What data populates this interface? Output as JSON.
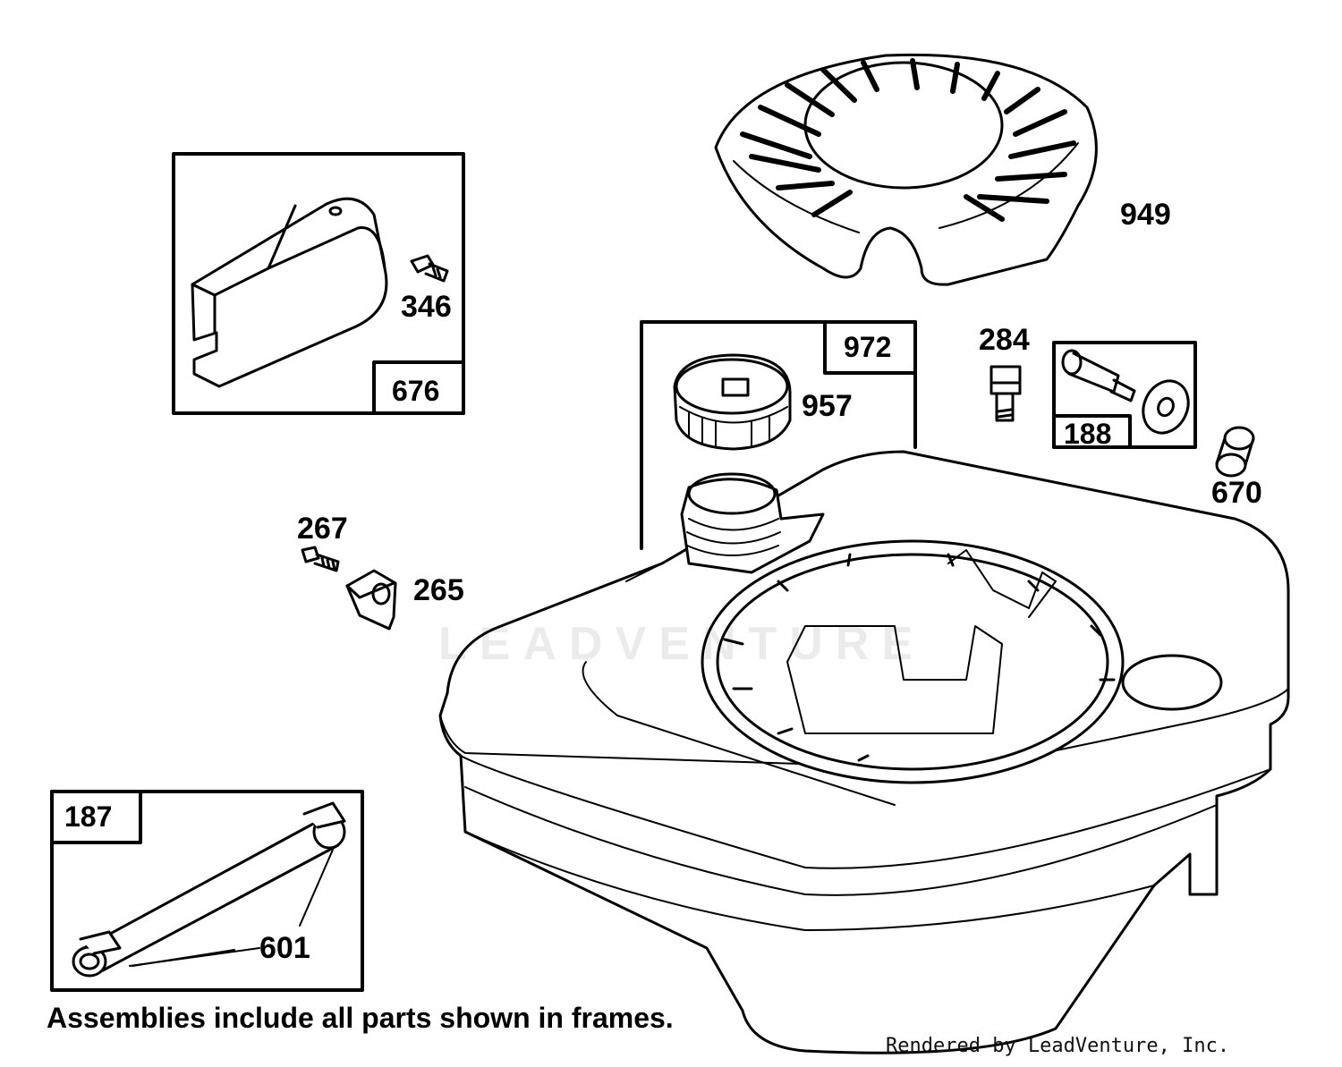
{
  "part_labels": {
    "p346": "346",
    "p949": "949",
    "p957": "957",
    "p284": "284",
    "p670": "670",
    "p267": "267",
    "p265": "265",
    "p601": "601"
  },
  "frames": {
    "f676": "676",
    "f972": "972",
    "f188": "188",
    "f187": "187"
  },
  "note": "Assemblies include all parts shown in frames.",
  "credit": "Rendered by LeadVenture, Inc.",
  "watermark": "LEADVENTURE"
}
